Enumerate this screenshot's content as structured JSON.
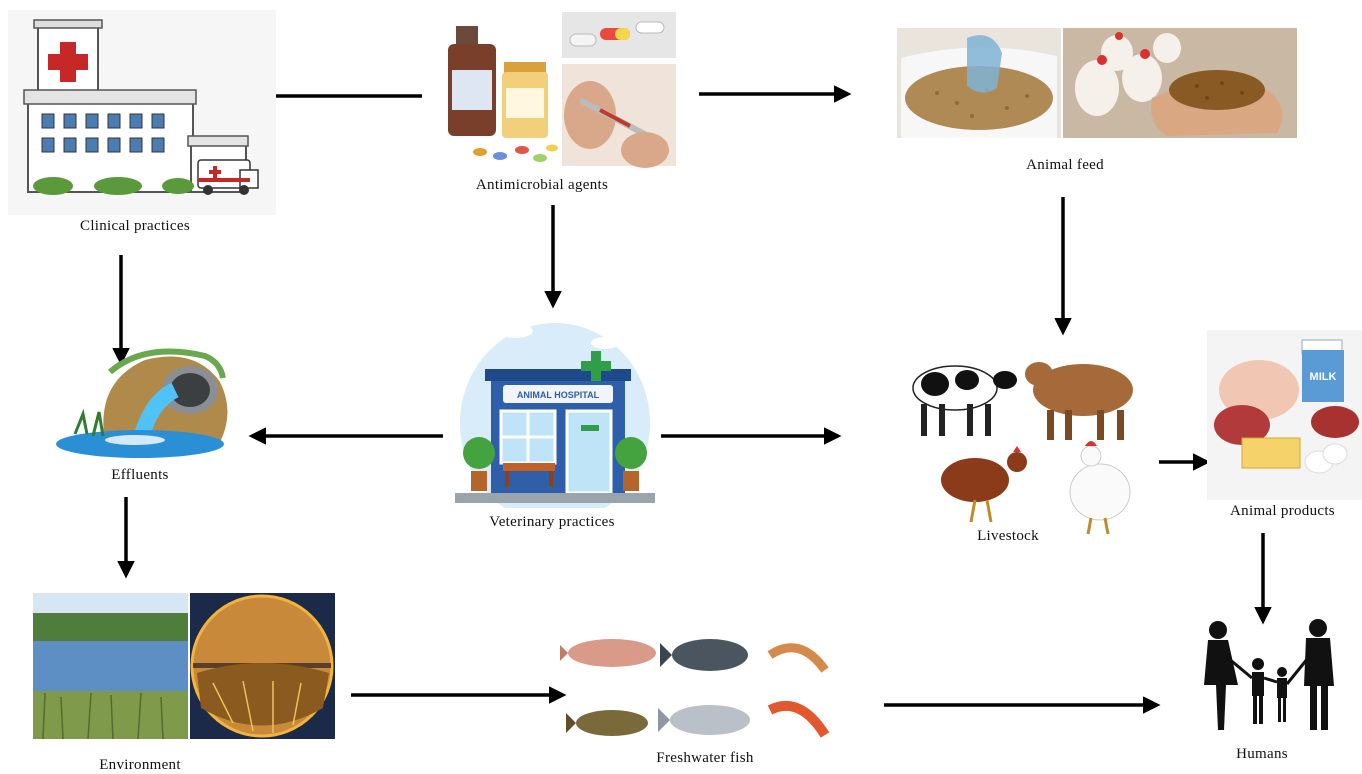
{
  "nodes": {
    "antimicrobial": {
      "label": "Antimicrobial agents"
    },
    "clinical": {
      "label": "Clinical practices"
    },
    "animal_feed": {
      "label": "Animal feed"
    },
    "veterinary": {
      "label": "Veterinary practices",
      "sign": "ANIMAL HOSPITAL"
    },
    "effluents": {
      "label": "Effluents"
    },
    "livestock": {
      "label": "Livestock"
    },
    "animal_products": {
      "label": "Animal products",
      "milk": "MILK"
    },
    "environment": {
      "label": "Environment"
    },
    "fish": {
      "label": "Freshwater fish"
    },
    "humans": {
      "label": "Humans"
    }
  },
  "edges": [
    {
      "from": "Antimicrobial agents",
      "to": "Clinical practices"
    },
    {
      "from": "Antimicrobial agents",
      "to": "Animal feed"
    },
    {
      "from": "Antimicrobial agents",
      "to": "Veterinary practices"
    },
    {
      "from": "Clinical practices",
      "to": "Effluents"
    },
    {
      "from": "Veterinary practices",
      "to": "Effluents"
    },
    {
      "from": "Veterinary practices",
      "to": "Livestock"
    },
    {
      "from": "Animal feed",
      "to": "Livestock"
    },
    {
      "from": "Livestock",
      "to": "Animal products"
    },
    {
      "from": "Effluents",
      "to": "Environment"
    },
    {
      "from": "Environment",
      "to": "Freshwater fish"
    },
    {
      "from": "Freshwater fish",
      "to": "Humans"
    },
    {
      "from": "Animal products",
      "to": "Humans"
    }
  ],
  "colors": {
    "arrow": "#000000",
    "hospital_red": "#c62828",
    "vet_blue": "#2f5fa8",
    "vet_green": "#2e9e48",
    "water": "#2b8fd6"
  }
}
